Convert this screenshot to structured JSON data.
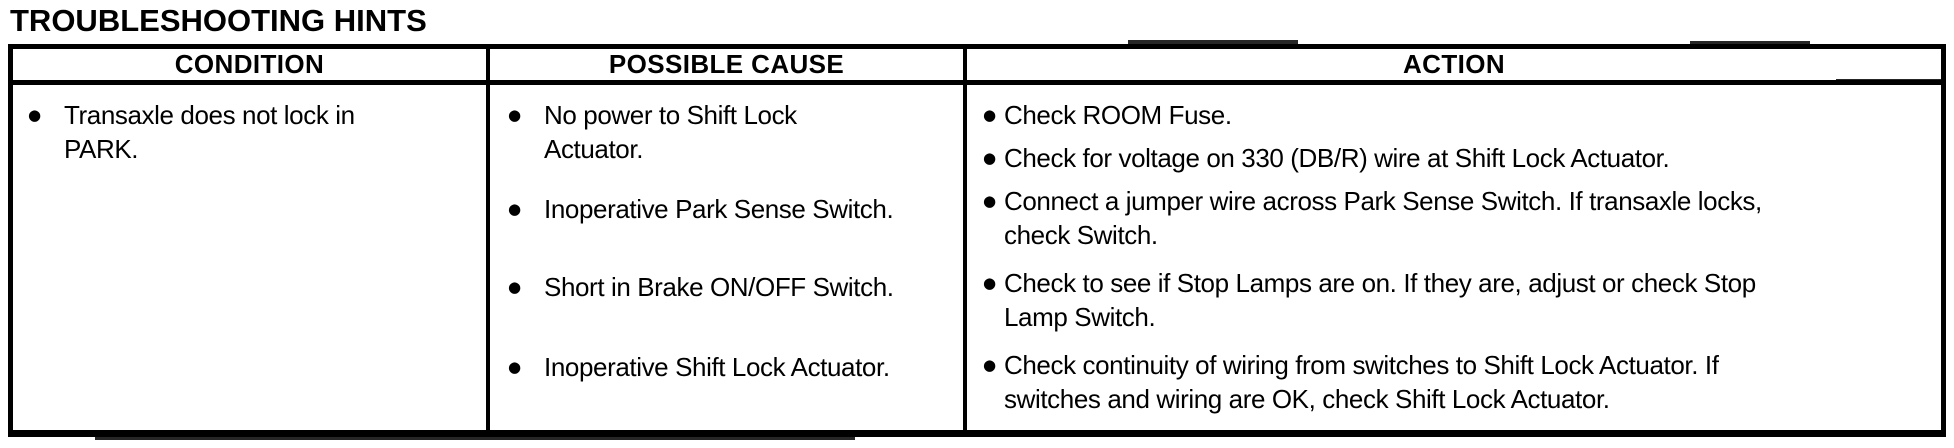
{
  "page_title": "TROUBLESHOOTING HINTS",
  "colors": {
    "ink": "#000000",
    "paper": "#ffffff"
  },
  "icons": {
    "bullet": "●"
  },
  "table": {
    "columns": [
      "CONDITION",
      "POSSIBLE CAUSE",
      "ACTION"
    ],
    "rows": [
      {
        "condition": [
          "Transaxle does not lock in\nPARK."
        ],
        "possible_causes": [
          "No power to Shift Lock\nActuator.",
          "Inoperative Park Sense Switch.",
          "Short in Brake ON/OFF Switch.",
          "Inoperative Shift Lock Actuator."
        ],
        "actions": [
          "Check ROOM Fuse.",
          "Check for voltage on 330 (DB/R) wire at Shift Lock Actuator.",
          "Connect a jumper wire across Park Sense Switch. If transaxle locks,\ncheck Switch.",
          "Check to see if Stop Lamps are on. If they are, adjust or check Stop\nLamp Switch.",
          "Check continuity of wiring from switches to Shift Lock Actuator. If\nswitches and wiring are OK, check Shift Lock Actuator."
        ]
      }
    ]
  }
}
